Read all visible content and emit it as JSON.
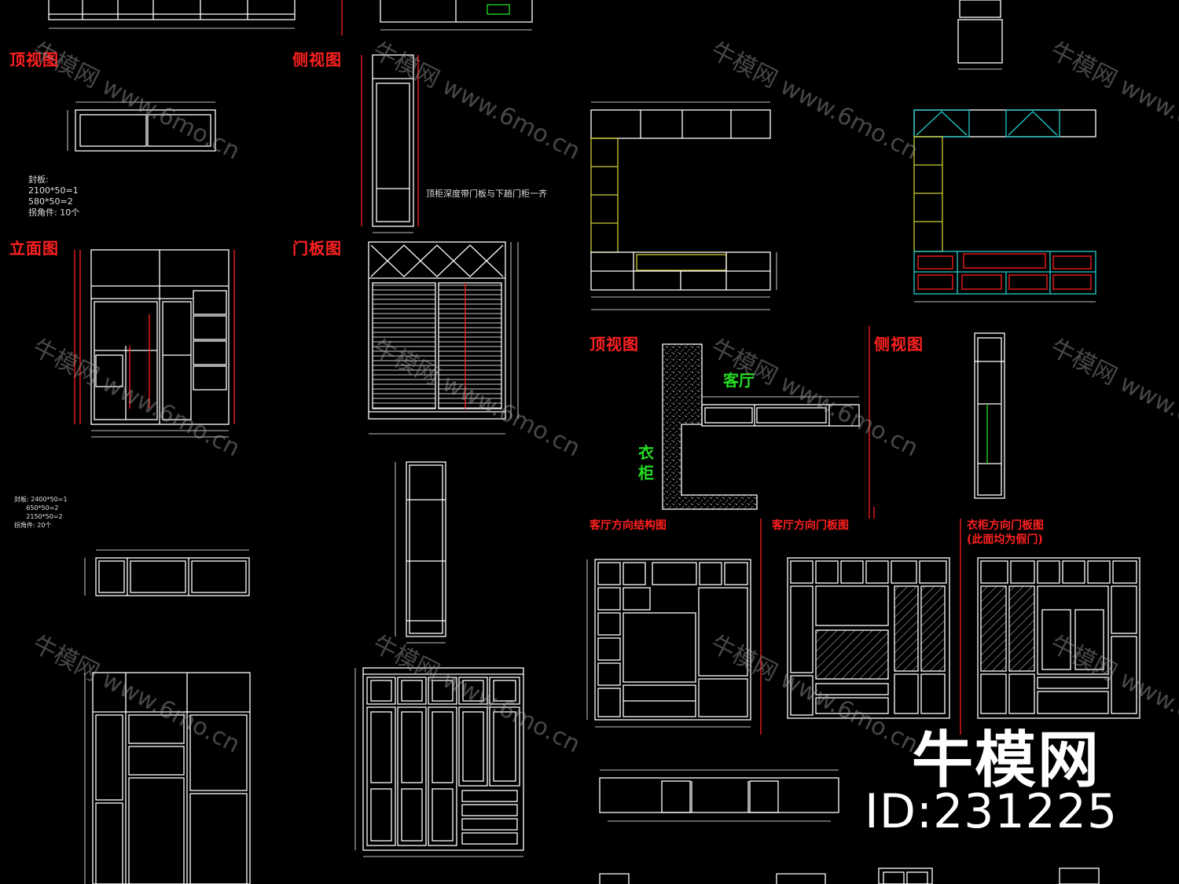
{
  "labels": {
    "top_view_1": "顶视图",
    "side_view_1": "侧视图",
    "elevation": "立面图",
    "door_panel": "门板图",
    "top_view_2": "顶视图",
    "side_view_2": "侧视图",
    "living_room": "客厅",
    "wardrobe_1": "衣",
    "wardrobe_2": "柜",
    "lr_structure": "客厅方向结构图",
    "lr_door": "客厅方向门板图",
    "wardrobe_door_1": "衣柜方向门板图",
    "wardrobe_door_2": "(此面均为假门)"
  },
  "notes": {
    "seal_board": "封板:\n2100*50=1\n580*50=2\n拐角件: 10个",
    "cabinet_note": "顶柜深度带门板与下趟门柜一齐",
    "seal_board_2": "封板: 2400*50=1\n      650*50=2\n      2150*50=2\n拐角件: 20个"
  },
  "watermark": {
    "cn": "牛模网",
    "url": "www.6mo.cn"
  },
  "brand": {
    "name": "牛模网",
    "id": "ID:231225"
  },
  "colors": {
    "background": "#000000",
    "lines": "#ffffff",
    "heading": "#ff2020",
    "green": "#22dd22",
    "yellow": "#cccc33",
    "cyan": "#22cccc"
  }
}
